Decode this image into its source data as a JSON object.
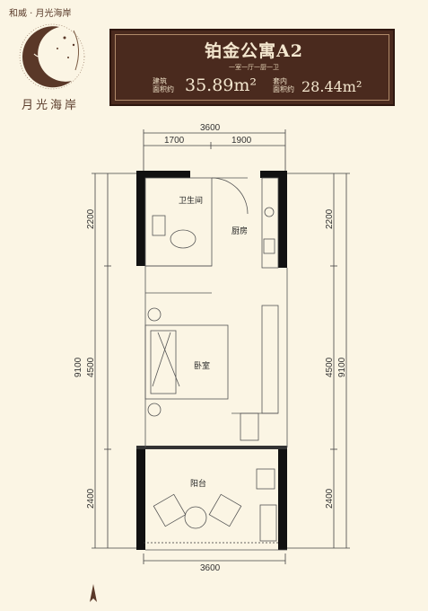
{
  "brand": {
    "top_text": "和威 · 月光海岸",
    "logo_name": "月光海岸"
  },
  "banner": {
    "title": "铂金公寓A2",
    "subtitle": "一室一厅一厨一卫",
    "built_area_label_1": "建筑",
    "built_area_label_2": "面积约",
    "built_area_value": "35.89m²",
    "inner_area_label_1": "套内",
    "inner_area_label_2": "面积约",
    "inner_area_value": "28.44m²"
  },
  "dimensions": {
    "top_total": "3600",
    "top_left": "1700",
    "top_right": "1900",
    "bottom_total": "3600",
    "left_total": "9100",
    "left_1": "2200",
    "left_2": "4500",
    "left_3": "2400",
    "right_total": "9100",
    "right_1": "2200",
    "right_2": "4500",
    "right_3": "2400"
  },
  "rooms": {
    "bathroom": "卫生间",
    "kitchen": "厨房",
    "bedroom": "卧室",
    "balcony": "阳台"
  },
  "colors": {
    "background": "#fbf5e4",
    "banner": "#4a2a1e",
    "wall": "#111111"
  }
}
